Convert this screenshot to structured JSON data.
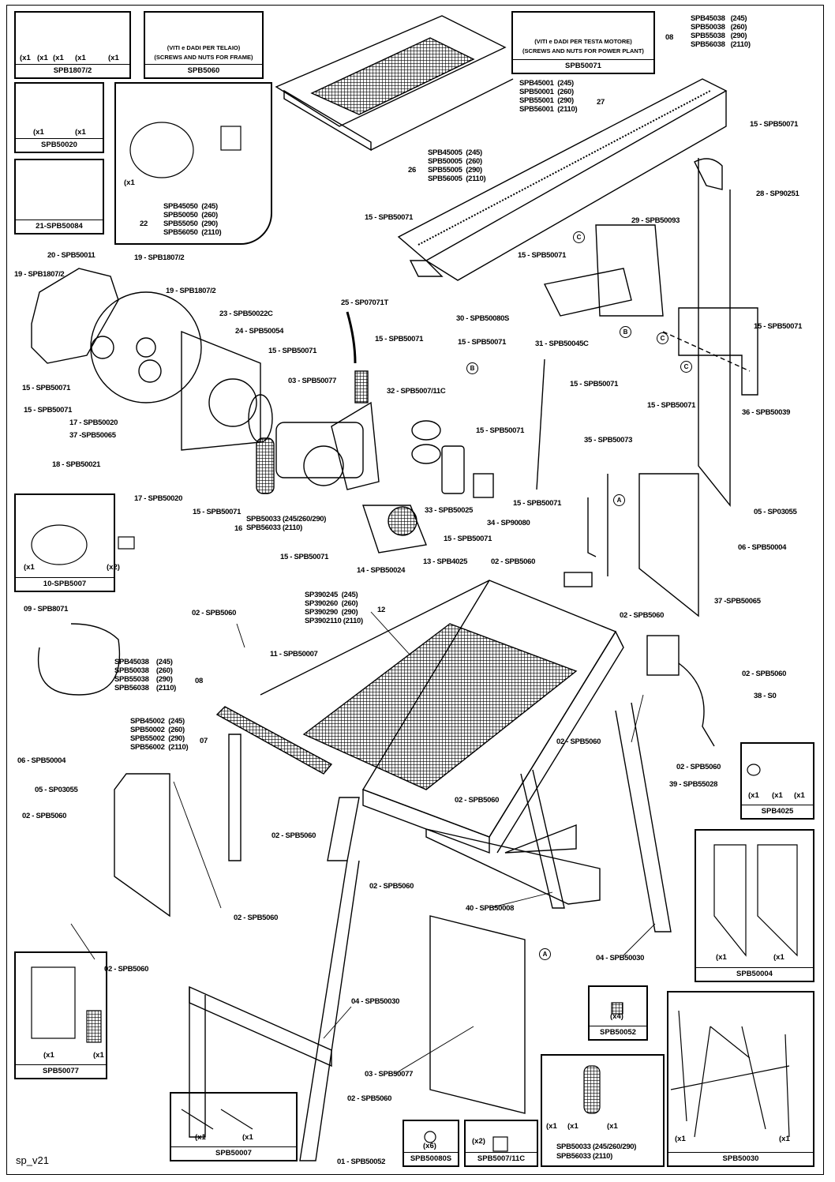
{
  "version": "sp_v21",
  "kits": {
    "spb1807": {
      "code": "SPB1807/2",
      "qty": [
        "(x1",
        "(x1",
        "(x1",
        "(x1",
        "(x1"
      ]
    },
    "spb5060": {
      "code": "SPB5060",
      "note_it": "(VITI e DADI PER TELAIO)",
      "note_en": "(SCREWS AND NUTS FOR FRAME)"
    },
    "spb50071": {
      "code": "SPB50071",
      "note_it": "(VITI e DADI PER TESTA MOTORE)",
      "note_en": "(SCREWS AND NUTS FOR POWER PLANT)"
    },
    "spb50020": {
      "code": "SPB50020",
      "qty": [
        "(x1",
        "(x1"
      ]
    },
    "spb50084": {
      "code": "21-SPB50084"
    },
    "motor22": {
      "ref": "22",
      "qty": "(x1",
      "list": [
        "SPB45050  (245)",
        "SPB50050  (260)",
        "SPB55050  (290)",
        "SPB56050  (2110)"
      ]
    },
    "spb5007": {
      "code": "10-SPB5007",
      "qty": [
        "(x1",
        "(x2)"
      ]
    },
    "spb4025": {
      "code": "SPB4025",
      "qty": [
        "(x1",
        "(x1",
        "(x1"
      ]
    },
    "spb50004": {
      "code": "SPB50004",
      "qty": [
        "(x1",
        "(x1"
      ]
    },
    "spb50052": {
      "code": "SPB50052",
      "qty": "(x4)"
    },
    "spb50077": {
      "code": "SPB50077",
      "qty": [
        "(x1",
        "(x1"
      ]
    },
    "spb50007": {
      "code": "SPB50007",
      "qty": [
        "(x1",
        "(x1"
      ]
    },
    "spb50080s": {
      "code": "SPB50080S",
      "qty": "(x6)"
    },
    "spb5007_11c": {
      "code": "SPB5007/11C",
      "qty": "(x2)"
    },
    "spb50033": {
      "code1": "SPB50033 (245/260/290)",
      "code2": "SPB56033 (2110)",
      "qty": [
        "(x1",
        "(x1",
        "(x1"
      ]
    },
    "spb50030": {
      "code": "SPB50030",
      "qty": [
        "(x1",
        "(x1"
      ]
    }
  },
  "groups": {
    "g08top": {
      "ref": "08",
      "list": "SPB45038   (245)\nSPB50038   (260)\nSPB55038   (290)\nSPB56038   (2110)"
    },
    "g27": {
      "ref": "27",
      "list": "SPB45001  (245)\nSPB50001  (260)\nSPB55001  (290)\nSPB56001  (2110)"
    },
    "g26": {
      "ref": "26",
      "list": "SPB45005  (245)\nSPB50005  (260)\nSPB55005  (290)\nSPB56005  (2110)"
    },
    "g12": {
      "ref": "12",
      "list": "SP390245  (245)\nSP390260  (260)\nSP390290  (290)\nSP3902110 (2110)"
    },
    "g08": {
      "ref": "08",
      "list": "SPB45038    (245)\nSPB50038    (260)\nSPB55038    (290)\nSPB56038    (2110)"
    },
    "g07": {
      "ref": "07",
      "list": "SPB45002  (245)\nSPB50002  (260)\nSPB55002  (290)\nSPB56002  (2110)"
    },
    "g16": {
      "ref": "16",
      "list": "SPB50033 (245/260/290)\nSPB56033 (2110)"
    }
  },
  "callouts": [
    "A",
    "B",
    "C"
  ],
  "labels": [
    "20 - SPB50011",
    "19 - SPB1807/2",
    "19 - SPB1807/2",
    "19 - SPB1807/2",
    "23 - SPB50022C",
    "24 - SPB50054",
    "15 - SPB50071",
    "25 - SP07071T",
    "15 - SPB50071",
    "03 - SPB50077",
    "15 - SPB50071",
    "15 - SPB50071",
    "17 - SPB50020",
    "37 -SPB50065",
    "18 - SPB50021",
    "17 - SPB50020",
    "15 - SPB50071",
    "32 - SPB5007/11C",
    "33 - SPB50025",
    "34 - SP90080",
    "15 - SPB50071",
    "15 - SPB50071",
    "15 - SPB50071",
    "14 - SPB50024",
    "30 - SPB50080S",
    "15 - SPB50071",
    "29 - SPB50093",
    "15 - SPB50071",
    "31 - SPB50045C",
    "15 - SPB50071",
    "15 - SPB50071",
    "15 - SPB50071",
    "15 - SPB50071",
    "36 - SPB50039",
    "28 - SP90251",
    "15 - SPB50071",
    "15 - SPB50071",
    "35 - SPB50073",
    "05 - SP03055",
    "06 - SPB50004",
    "37 -SPB50065",
    "02 - SPB5060",
    "38 - S0",
    "02 - SPB5060",
    "39 - SPB55028",
    "02 - SPB5060",
    "02 - SPB5060",
    "02 - SPB5060",
    "13 - SPB4025",
    "02 - SPB5060",
    "09 - SPB8071",
    "11 - SPB50007",
    "06 - SPB50004",
    "05 - SP03055",
    "02 - SPB5060",
    "02 - SPB5060",
    "02 - SPB5060",
    "02 - SPB5060",
    "02 - SPB5060",
    "02 - SPB5060",
    "40 - SPB50008",
    "04 - SPB50030",
    "04 - SPB50030",
    "03 - SPB50077",
    "02 - SPB5060",
    "01 - SPB50052"
  ]
}
